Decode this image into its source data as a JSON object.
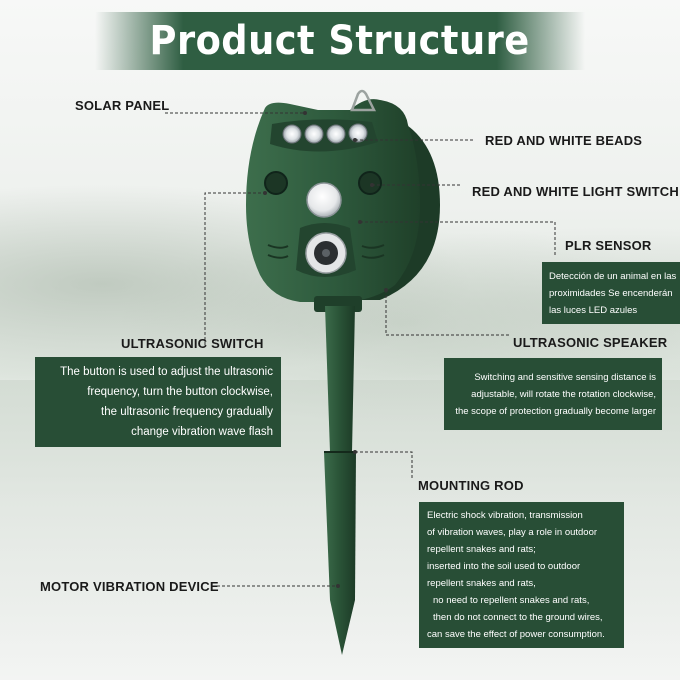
{
  "title": "Product Structure",
  "colors": {
    "dark_green": "#2f5e42",
    "box_green": "#284e36",
    "device_green": "#2e5a3d",
    "leader_line": "#333333"
  },
  "labels": {
    "solar_panel": "SOLAR PANEL",
    "red_white_beads": "RED AND WHITE BEADS",
    "red_white_light_switch": "RED AND WHITE LIGHT SWITCH",
    "plr_sensor": "PLR SENSOR",
    "ultrasonic_switch": "ULTRASONIC SWITCH",
    "ultrasonic_speaker": "ULTRASONIC SPEAKER",
    "mounting_rod": "MOUNTING ROD",
    "motor_vibration_device": "MOTOR VIBRATION DEVICE"
  },
  "descriptions": {
    "plr_sensor": [
      "Detección de un animal en las",
      "proximidades Se encenderán",
      "las luces LED azules"
    ],
    "ultrasonic_switch": [
      "The button is used to adjust the ultrasonic",
      "frequency, turn the button clockwise,",
      "the ultrasonic frequency gradually",
      "change vibration wave flash"
    ],
    "ultrasonic_speaker": [
      "Switching and sensitive sensing distance is",
      "adjustable, will rotate the rotation clockwise,",
      "the scope of protection gradually become larger"
    ],
    "mounting_rod": [
      "Electric shock vibration, transmission",
      "of vibration waves, play a role in outdoor",
      "repellent snakes and rats;",
      "inserted into the soil used to outdoor",
      "repellent snakes and rats,",
      "no need to repellent snakes and rats,",
      "then do not connect to the ground wires,",
      "can save the effect of power consumption."
    ]
  }
}
